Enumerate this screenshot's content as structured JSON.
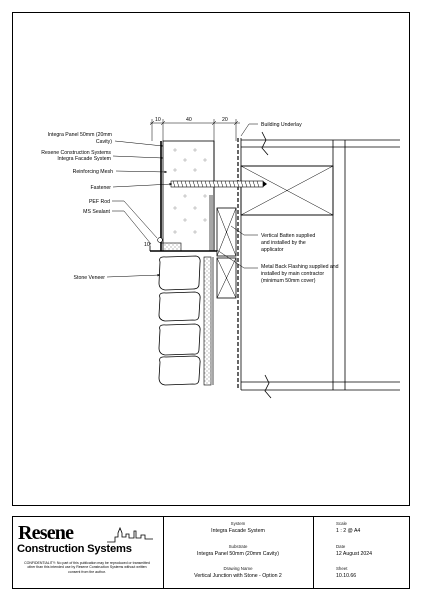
{
  "labels": {
    "integra_panel": "Integra Panel 50mm (20mm",
    "integra_panel_2": "Cavity)",
    "resene_cs": "Resene Construction Systems",
    "integra_facade": "Integra Facade System",
    "reinforcing_mesh": "Reinforcing Mesh",
    "fastener": "Fastener",
    "pef_rod": "PEF Rod",
    "ms_sealant": "MS Sealant",
    "stone_veneer": "Stone Veneer",
    "building_underlay": "Building Underlay",
    "vertical_batten_1": "Vertical Batten supplied",
    "vertical_batten_2": "and installed by the",
    "vertical_batten_3": "applicator",
    "metal_flash_1": "Metal Back Flashing supplied and",
    "metal_flash_2": "installed by main contractor",
    "metal_flash_3": "(minimum 50mm cover)"
  },
  "dims": {
    "d1": "10",
    "d2": "40",
    "d3": "20",
    "d4": "10"
  },
  "titleblock": {
    "logo_word": "Resene",
    "logo_sub": "Construction Systems",
    "confidential": "CONFIDENTIALITY: No part of this publication may be reproduced or transmitted other than this intended use by Resene Construction Systems without written consent from the author.",
    "system_label": "System",
    "system_value": "Integra Facade System",
    "substrate_label": "Substrate",
    "substrate_value": "Integra Panel 50mm (20mm Cavity)",
    "drawing_label": "Drawing Name",
    "drawing_value": "Vertical Junction with Stone -  Option 2",
    "scale_label": "Scale",
    "scale_value": "1 : 2 @ A4",
    "date_label": "Date",
    "date_value": "12 August 2024",
    "sheet_label": "Sheet",
    "sheet_value": "10.10.66"
  }
}
